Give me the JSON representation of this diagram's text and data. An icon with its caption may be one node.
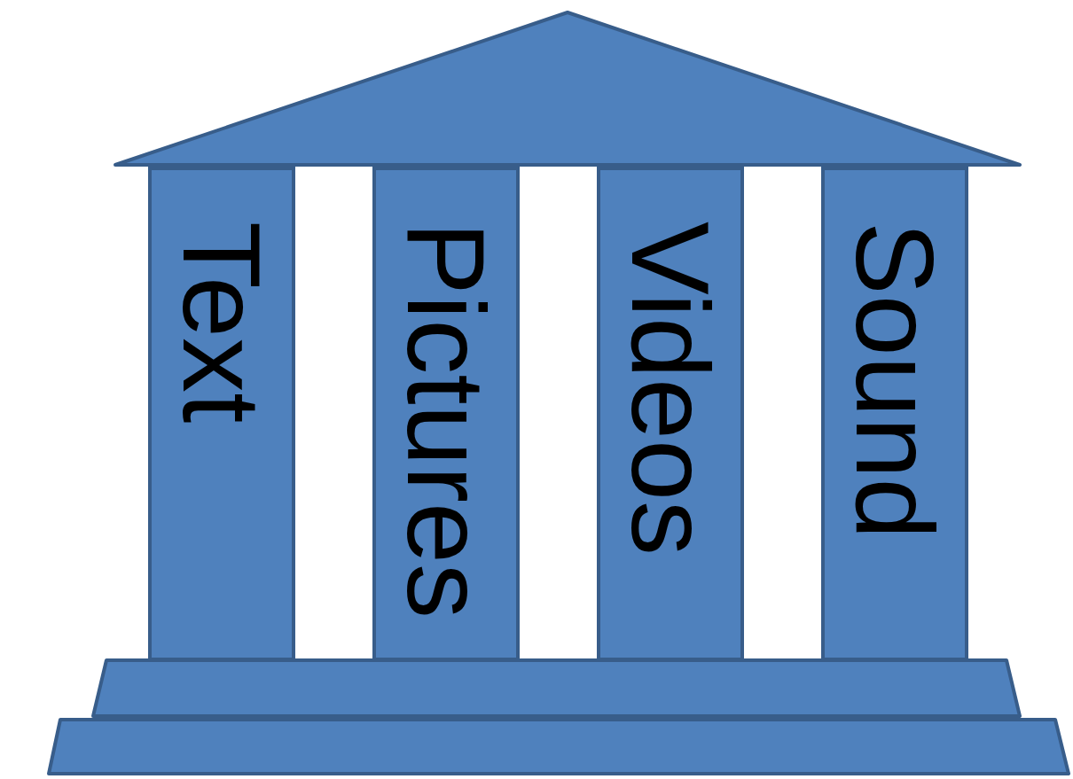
{
  "diagram": {
    "nodes": [
      {
        "text": [
          "Text"
        ]
      },
      {
        "text": [
          "Pictures"
        ]
      },
      {
        "text": [
          "Videos"
        ]
      },
      {
        "text": [
          "Sound"
        ]
      }
    ]
  }
}
